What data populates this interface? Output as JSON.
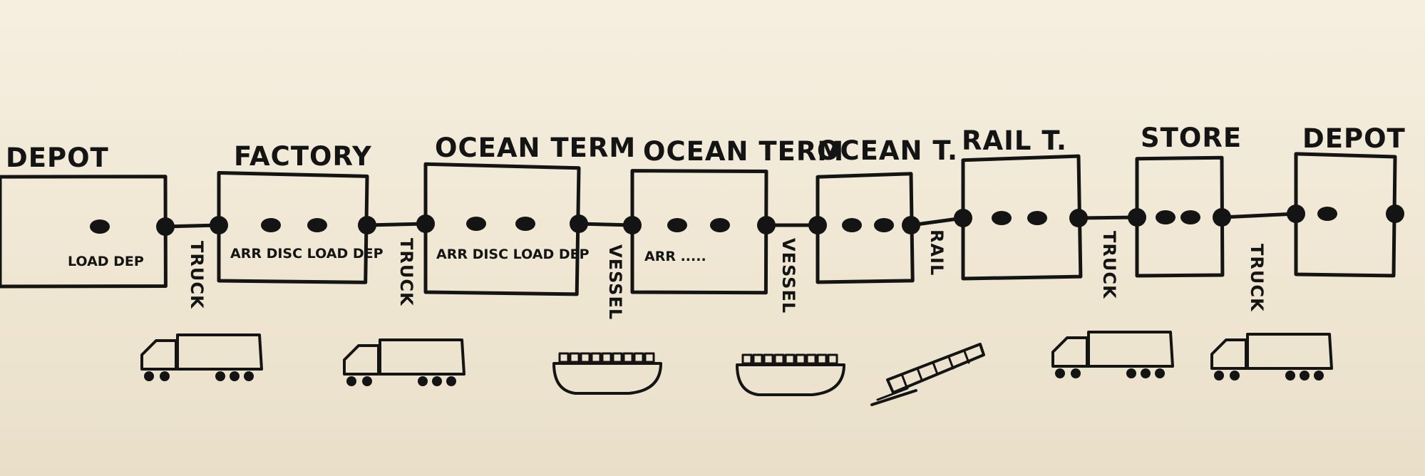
{
  "diagram": {
    "nodes": [
      {
        "title": "DEPOT",
        "steps": "LOAD DEP",
        "events": 1
      },
      {
        "title": "FACTORY",
        "steps": "ARR DISC LOAD DEP",
        "events": 2
      },
      {
        "title": "OCEAN TERM",
        "steps": "ARR DISC LOAD DEP",
        "events": 2
      },
      {
        "title": "OCEAN TERM",
        "steps": "ARR .....",
        "events": 2
      },
      {
        "title": "OCEAN T.",
        "steps": "",
        "events": 2
      },
      {
        "title": "RAIL T.",
        "steps": "",
        "events": 2
      },
      {
        "title": "STORE",
        "steps": "",
        "events": 2
      },
      {
        "title": "DEPOT",
        "steps": "",
        "events": 1
      }
    ],
    "legs": [
      {
        "mode": "TRUCK",
        "vehicle": "truck"
      },
      {
        "mode": "TRUCK",
        "vehicle": "truck"
      },
      {
        "mode": "VESSEL",
        "vehicle": "vessel"
      },
      {
        "mode": "VESSEL",
        "vehicle": "vessel"
      },
      {
        "mode": "RAIL",
        "vehicle": "train"
      },
      {
        "mode": "TRUCK",
        "vehicle": "truck"
      },
      {
        "mode": "TRUCK",
        "vehicle": "truck"
      }
    ]
  },
  "colors": {
    "ink": "#141414",
    "paper": "#f2ead8"
  }
}
